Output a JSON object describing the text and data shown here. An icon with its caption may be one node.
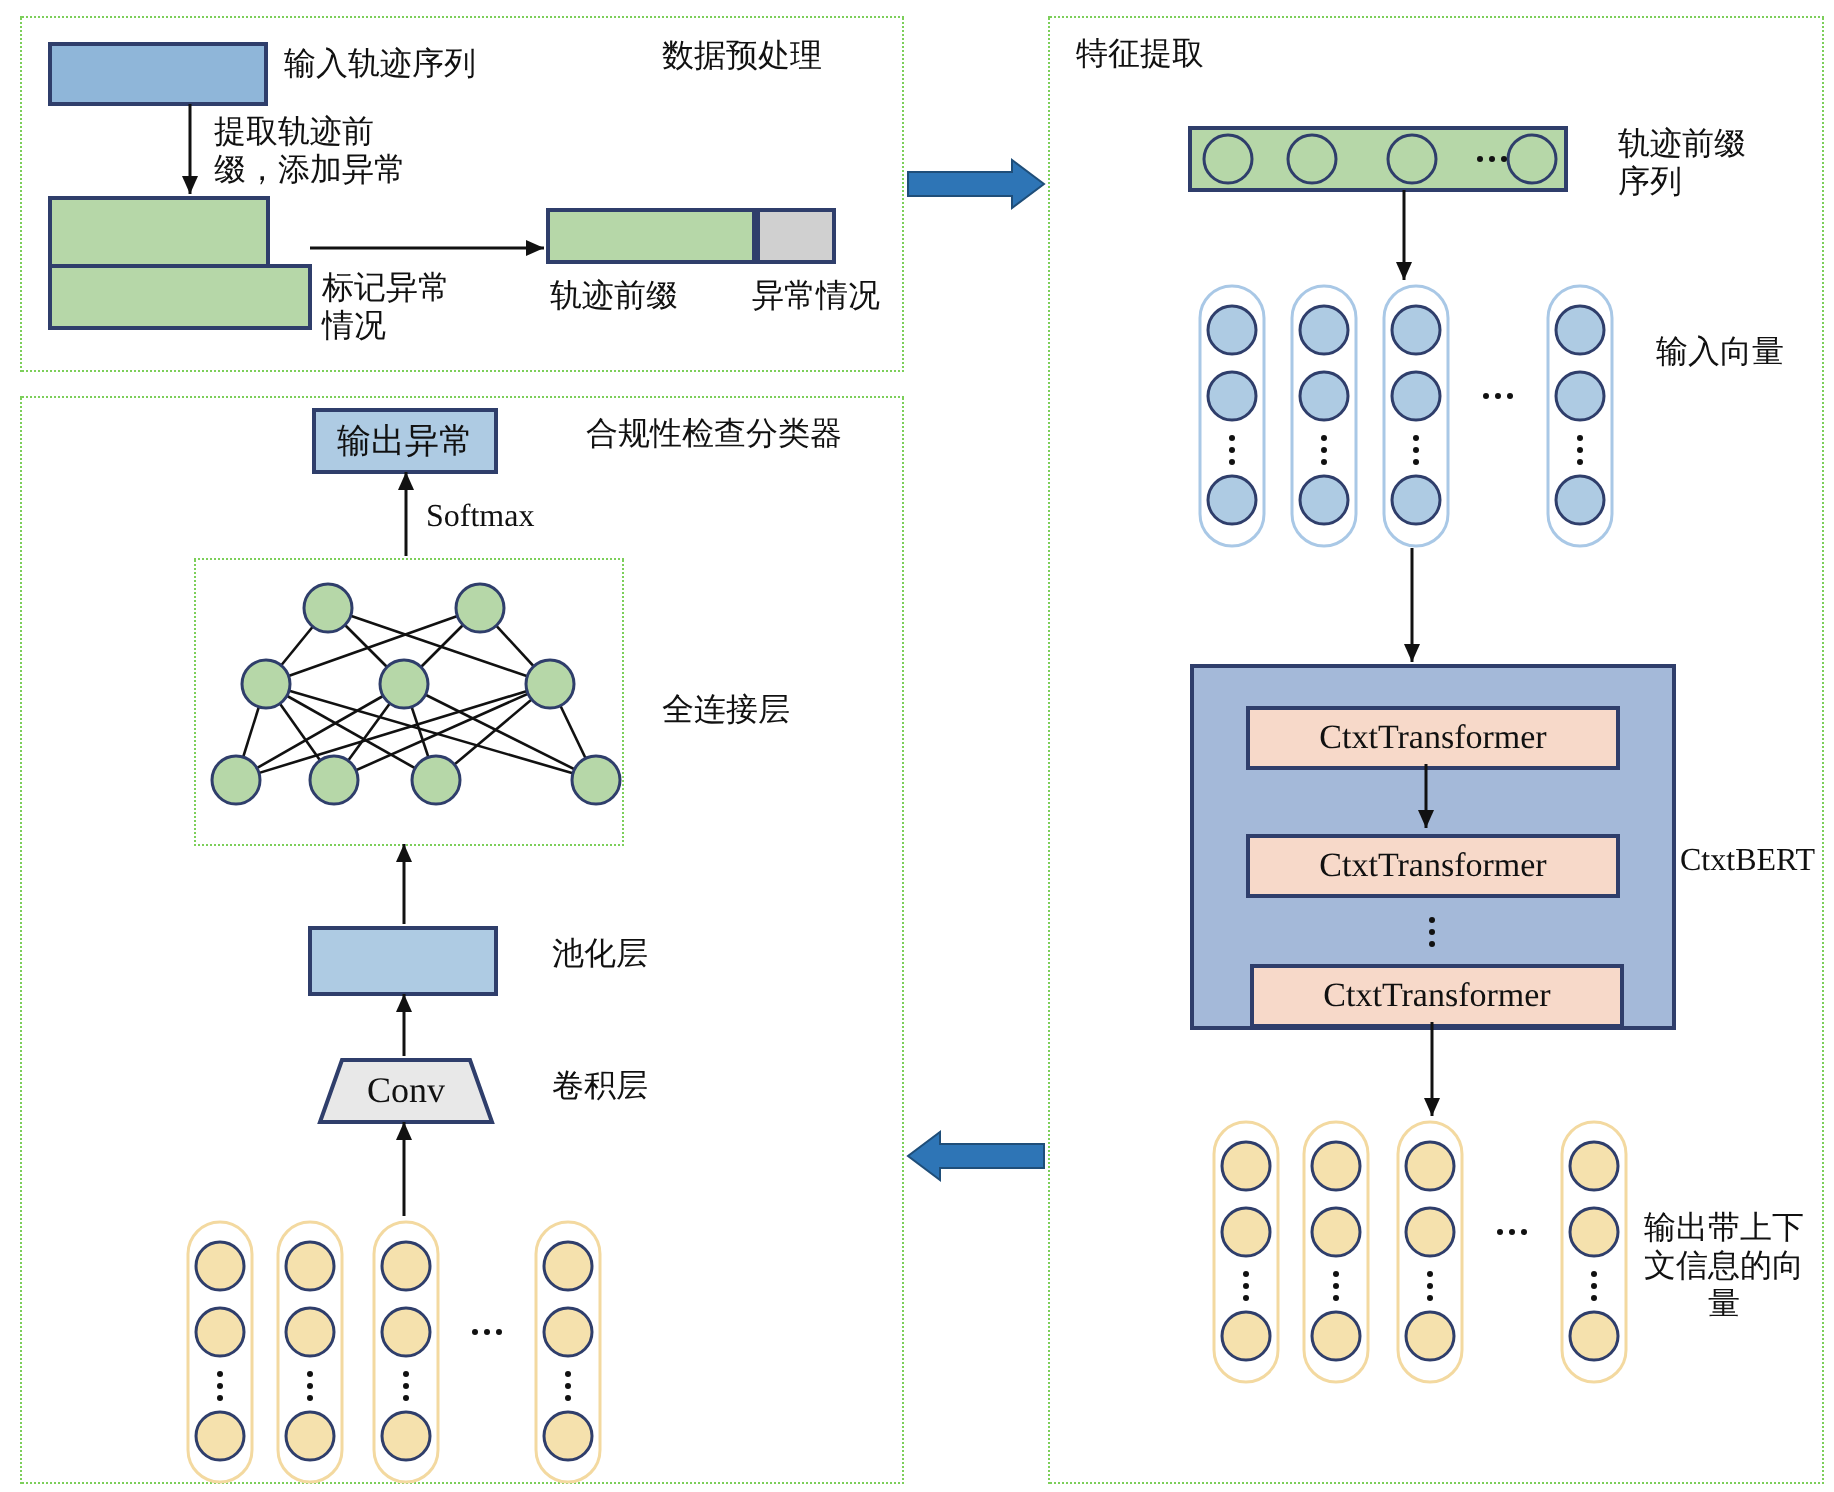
{
  "diagram": {
    "nodes": [
      {
        "text": [
          "数据预处理"
        ]
      },
      {
        "text": [],
        "shape": "box",
        "in": 0,
        "beside": [
          "输入轨迹序列"
        ]
      },
      {
        "text": [],
        "shape": "box",
        "in": 0,
        "beside": [
          "标记异常情况"
        ]
      },
      {
        "text": [],
        "shape": "box",
        "in": 0,
        "beside": [
          "轨迹前缀"
        ]
      },
      {
        "text": [],
        "shape": "box",
        "in": 0,
        "beside": [
          "异常情况"
        ]
      },
      {
        "text": [
          "特征提取"
        ]
      },
      {
        "text": [],
        "shape": "box",
        "in": 5,
        "beside": [
          "轨迹前缀序列"
        ]
      },
      {
        "text": [],
        "shape": "picture",
        "in": 5,
        "beside": [
          "输入向量"
        ]
      },
      {
        "text": [],
        "shape": "box",
        "in": 5,
        "beside": [
          "CtxtBERT"
        ]
      },
      {
        "text": [
          "CtxtTransformer"
        ],
        "in": 8
      },
      {
        "text": [
          "CtxtTransformer"
        ],
        "in": 8
      },
      {
        "text": [
          "CtxtTransformer"
        ],
        "in": 8
      },
      {
        "text": [],
        "shape": "picture",
        "in": 5,
        "beside": [
          "输出带上下文信息的向量"
        ]
      },
      {
        "text": [
          "合规性检查分类器"
        ]
      },
      {
        "text": [
          "输出异常"
        ],
        "in": 13
      },
      {
        "text": [],
        "shape": "box",
        "in": 13,
        "beside": [
          "全连接层"
        ]
      },
      {
        "text": [],
        "shape": "box",
        "in": 13,
        "beside": [
          "池化层"
        ]
      },
      {
        "text": [
          "Conv"
        ],
        "in": 13,
        "beside": [
          "卷积层"
        ]
      },
      {
        "text": [],
        "shape": "picture",
        "in": 13
      }
    ],
    "edges": [
      {
        "from": 1,
        "to": 2,
        "arrow": "to",
        "label": "提取轨迹前缀，添加异常"
      },
      {
        "from": 2,
        "to": 3,
        "arrow": "to"
      },
      {
        "from": 0,
        "to": 5,
        "arrow": "to",
        "style": "thick",
        "color": "#2e75b6"
      },
      {
        "from": 6,
        "to": 7,
        "arrow": "to"
      },
      {
        "from": 7,
        "to": 8,
        "arrow": "to"
      },
      {
        "from": 9,
        "to": 10,
        "arrow": "to"
      },
      {
        "from": 11,
        "to": 12,
        "arrow": "to"
      },
      {
        "from": 5,
        "to": 13,
        "arrow": "to",
        "style": "thick",
        "color": "#2e75b6"
      },
      {
        "from": 18,
        "to": 17,
        "arrow": "to"
      },
      {
        "from": 17,
        "to": 16,
        "arrow": "to"
      },
      {
        "from": 16,
        "to": 15,
        "arrow": "to"
      },
      {
        "from": 15,
        "to": 14,
        "arrow": "to",
        "label": "Softmax"
      }
    ]
  }
}
